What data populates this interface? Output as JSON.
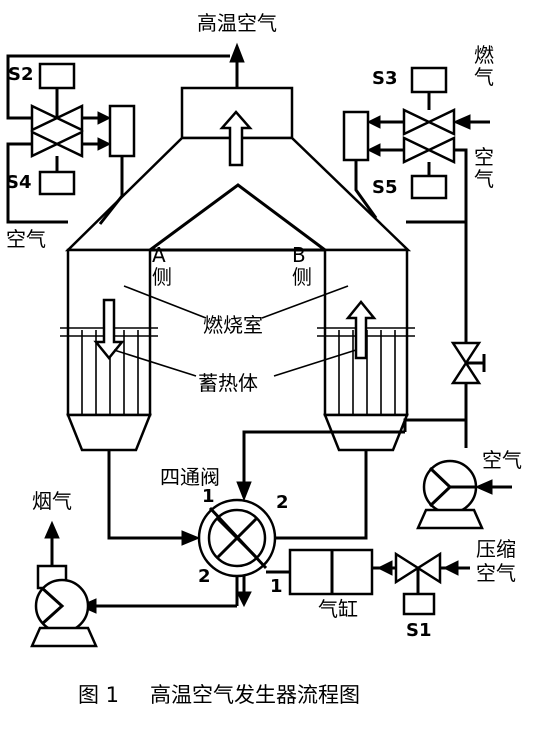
{
  "diagram": {
    "labels": {
      "hot_air_out": "高温空气",
      "fuel_gas": "燃气",
      "air_right": "空气",
      "air_left": "空气",
      "side_a": "A侧",
      "side_b": "B侧",
      "combustion_chamber": "燃烧室",
      "regenerator": "蓄热体",
      "four_way_valve": "四通阀",
      "flue_gas": "烟气",
      "air_fan": "空气",
      "compressed_air": "压缩空气",
      "cylinder": "气缸"
    },
    "valves": {
      "s1": "S1",
      "s2": "S2",
      "s3": "S3",
      "s4": "S4",
      "s5": "S5"
    },
    "ports": {
      "port_1_top": "1",
      "port_2_right": "2",
      "port_2_left": "2",
      "port_1_bottom": "1"
    },
    "caption": {
      "figure_no": "图 1",
      "title": "高温空气发生器流程图"
    }
  }
}
